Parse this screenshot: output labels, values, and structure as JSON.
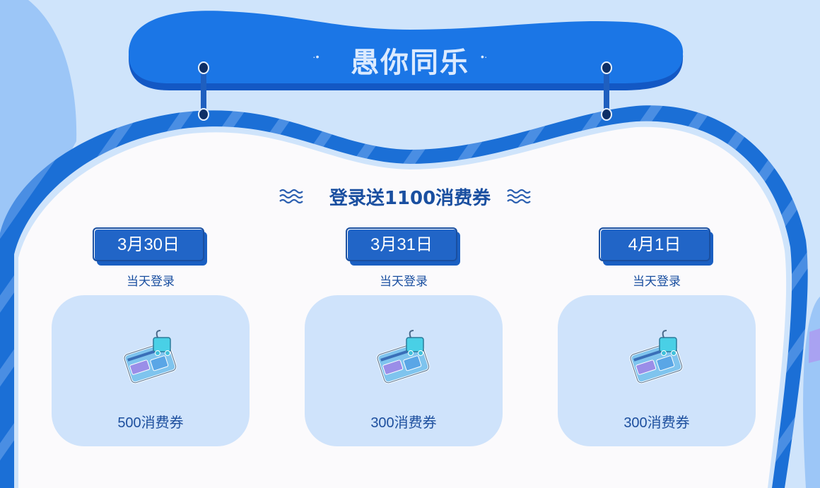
{
  "banner": {
    "title": "愚你同乐",
    "dots_left": "·•",
    "dots_right": "•·"
  },
  "section": {
    "heading": "登录送1100消费券",
    "wave_icon": "wave-icon"
  },
  "days": [
    {
      "date": "3月30日",
      "condition": "当天登录",
      "reward": "500消费券",
      "icon": "coupon-icon"
    },
    {
      "date": "3月31日",
      "condition": "当天登录",
      "reward": "300消费券",
      "icon": "coupon-icon"
    },
    {
      "date": "4月1日",
      "condition": "当天登录",
      "reward": "300消费券",
      "icon": "coupon-icon"
    }
  ],
  "colors": {
    "background": "#cfe4fb",
    "banner_blue": "#1b76e6",
    "frame_blue": "#1b6fd6",
    "panel": "#fbfafc",
    "card": "#cfe3fb",
    "text_blue": "#1a4fa0"
  }
}
